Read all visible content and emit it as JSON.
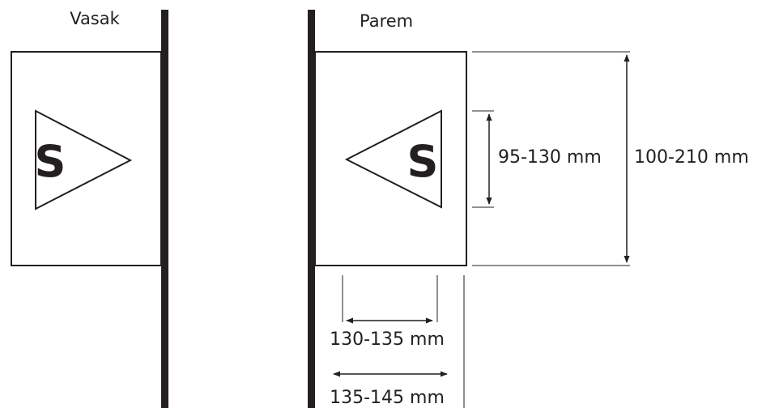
{
  "labels": {
    "left_side": "Vasak",
    "right_side": "Parem"
  },
  "sign_letter": "S",
  "dimensions": {
    "triangle_height": "95-130 mm",
    "plate_height": "100-210 mm",
    "triangle_width": "130-135 mm",
    "plate_width": "135-145 mm"
  },
  "colors": {
    "ink": "#231f20",
    "background": "#ffffff"
  },
  "icons": {
    "left_triangle": "triangle-pointing-right-icon",
    "right_triangle": "triangle-pointing-left-icon",
    "arrows": "double-headed-arrow-icon"
  }
}
